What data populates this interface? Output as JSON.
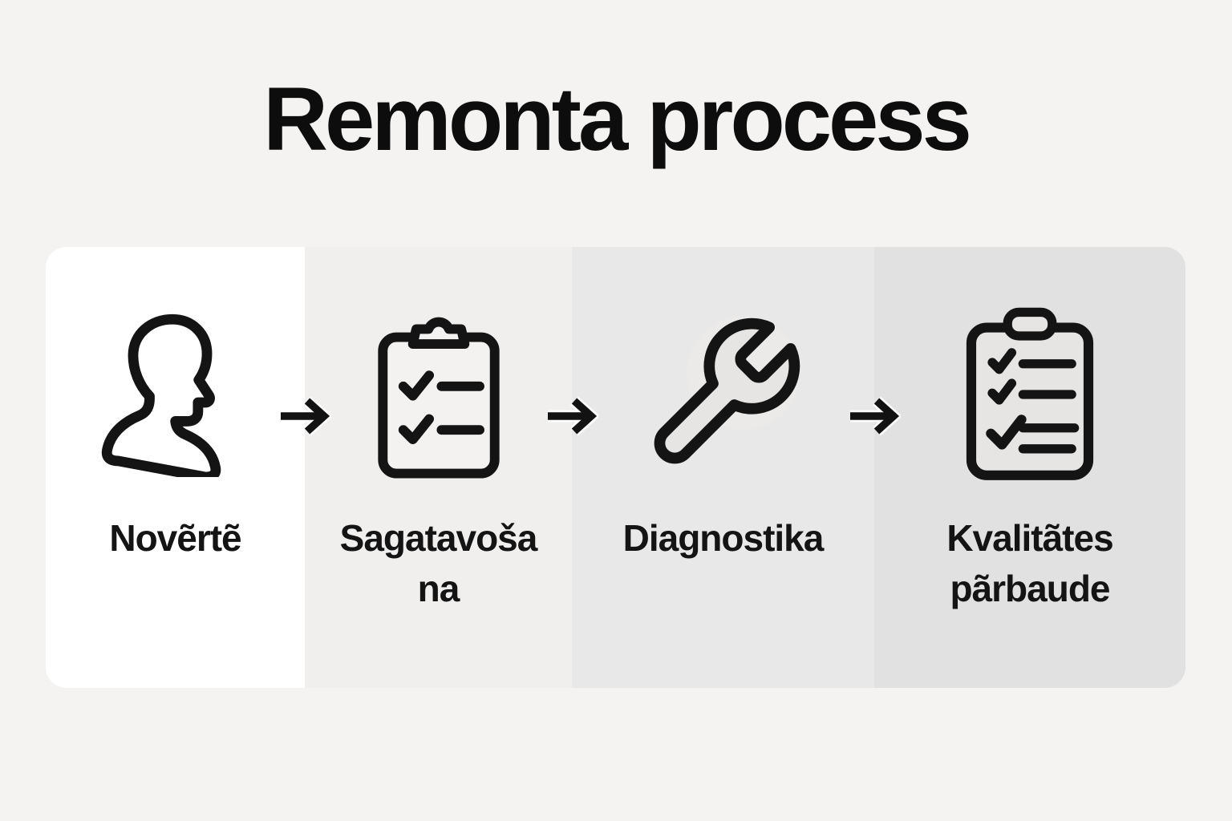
{
  "title": "Remonta process",
  "colors": {
    "page_background": "#f4f3f2",
    "text": "#141414",
    "icon_stroke": "#141414",
    "arrow": "#121212",
    "panel_1_bg": "#ffffff",
    "panel_2_bg": "#f0efee",
    "panel_3_bg": "#e9e8e8",
    "panel_4_bg": "#e2e1e1"
  },
  "steps": [
    {
      "label": "Novẽrtẽ",
      "lines": [
        "Novẽrtẽ"
      ],
      "icon": "person-profile-icon",
      "bg_style": "background:#ffffff"
    },
    {
      "label": "Sagatavošana",
      "lines": [
        "Sagatavoša",
        "na"
      ],
      "icon": "clipboard-checklist-icon",
      "bg_style": "background:#f0efee"
    },
    {
      "label": "Diagnostika",
      "lines": [
        "Diagnostika"
      ],
      "icon": "wrench-icon",
      "bg_style": "background:#e9e8e8"
    },
    {
      "label": "Kvalitãtes pãrbaude",
      "lines": [
        "Kvalitãtes",
        "pãrbaude"
      ],
      "icon": "checklist-report-icon",
      "bg_style": "background:#e2e1e1"
    }
  ],
  "arrow": {
    "name": "arrow-right-icon",
    "glyph": "→"
  }
}
